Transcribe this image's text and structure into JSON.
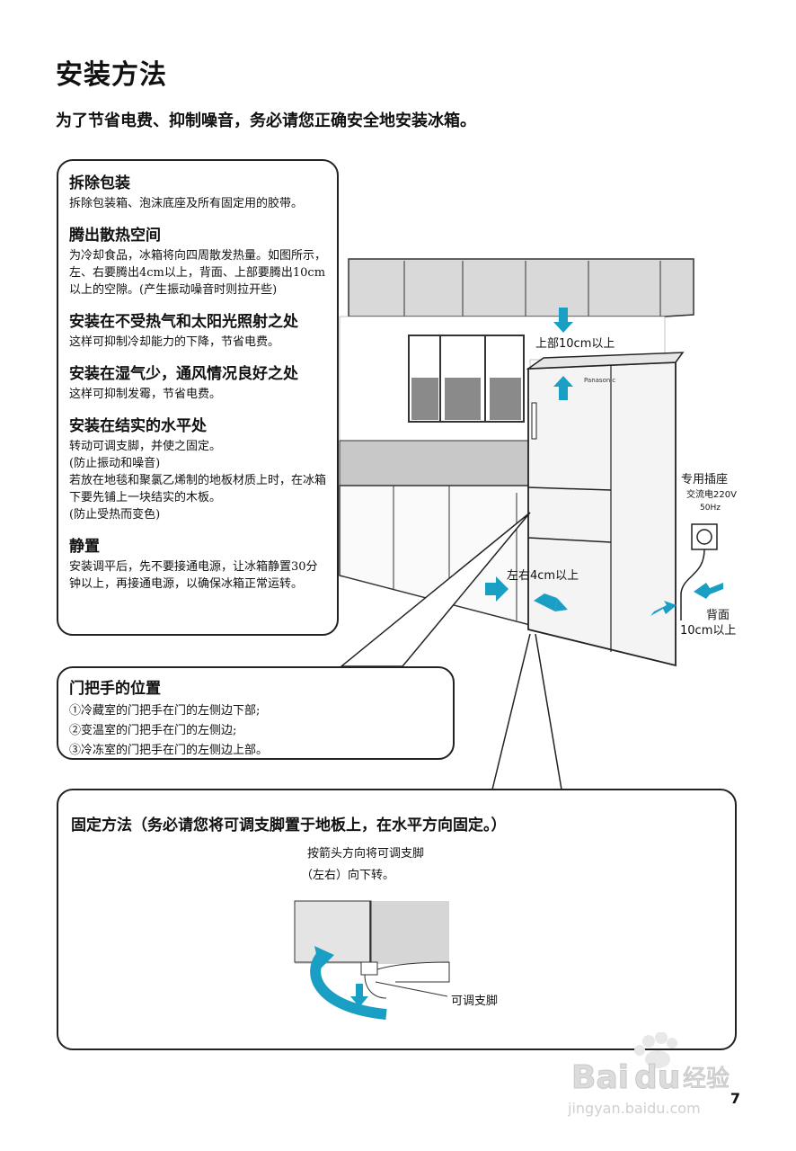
{
  "title": "安装方法",
  "subtitle": "为了节省电费、抑制噪音，务必请您正确安全地安装冰箱。",
  "sections": [
    {
      "heading": "拆除包装",
      "body": "拆除包装箱、泡沫底座及所有固定用的胶带。"
    },
    {
      "heading": "腾出散热空间",
      "body": "为冷却食品，冰箱将向四周散发热量。如图所示，左、右要腾出4cm以上，背面、上部要腾出10cm以上的空隙。(产生振动噪音时则拉开些)"
    },
    {
      "heading": "安装在不受热气和太阳光照射之处",
      "body": "这样可抑制冷却能力的下降，节省电费。"
    },
    {
      "heading": "安装在湿气少，通风情况良好之处",
      "body": "这样可抑制发霉，节省电费。"
    },
    {
      "heading": "安装在结实的水平处",
      "body_lines": [
        "转动可调支脚，并使之固定。",
        "(防止振动和噪音)",
        "若放在地毯和聚氯乙烯制的地板材质上时，在冰箱下要先铺上一块结实的木板。",
        "(防止受热而变色)"
      ]
    },
    {
      "heading": "静置",
      "body": "安装调平后，先不要接通电源，让冰箱静置30分钟以上，再接通电源，以确保冰箱正常运转。"
    }
  ],
  "handle": {
    "heading": "门把手的位置",
    "lines": [
      "①冷藏室的门把手在门的左侧边下部;",
      "②变温室的门把手在门的左侧边;",
      "③冷冻室的门把手在门的左侧边上部。"
    ]
  },
  "illustration": {
    "top_label": "上部10cm以上",
    "side_label": "左右4cm以上",
    "outlet_title": "专用插座",
    "outlet_spec1": "交流电220V",
    "outlet_spec2": "50Hz",
    "back_label1": "背面",
    "back_label2": "10cm以上",
    "brand": "Panasonic"
  },
  "fixing": {
    "heading": "固定方法（务必请您将可调支脚置于地板上，在水平方向固定。）",
    "instr1": "按箭头方向将可调支脚",
    "instr2": "（左右）向下转。",
    "foot_label": "可调支脚"
  },
  "page_number": "7",
  "watermark": {
    "brand": "Bai",
    "brand2": "du",
    "jingyan": "经验",
    "url": "jingyan.baidu.com"
  },
  "colors": {
    "arrow": "#1a9fc4",
    "line": "#222"
  }
}
